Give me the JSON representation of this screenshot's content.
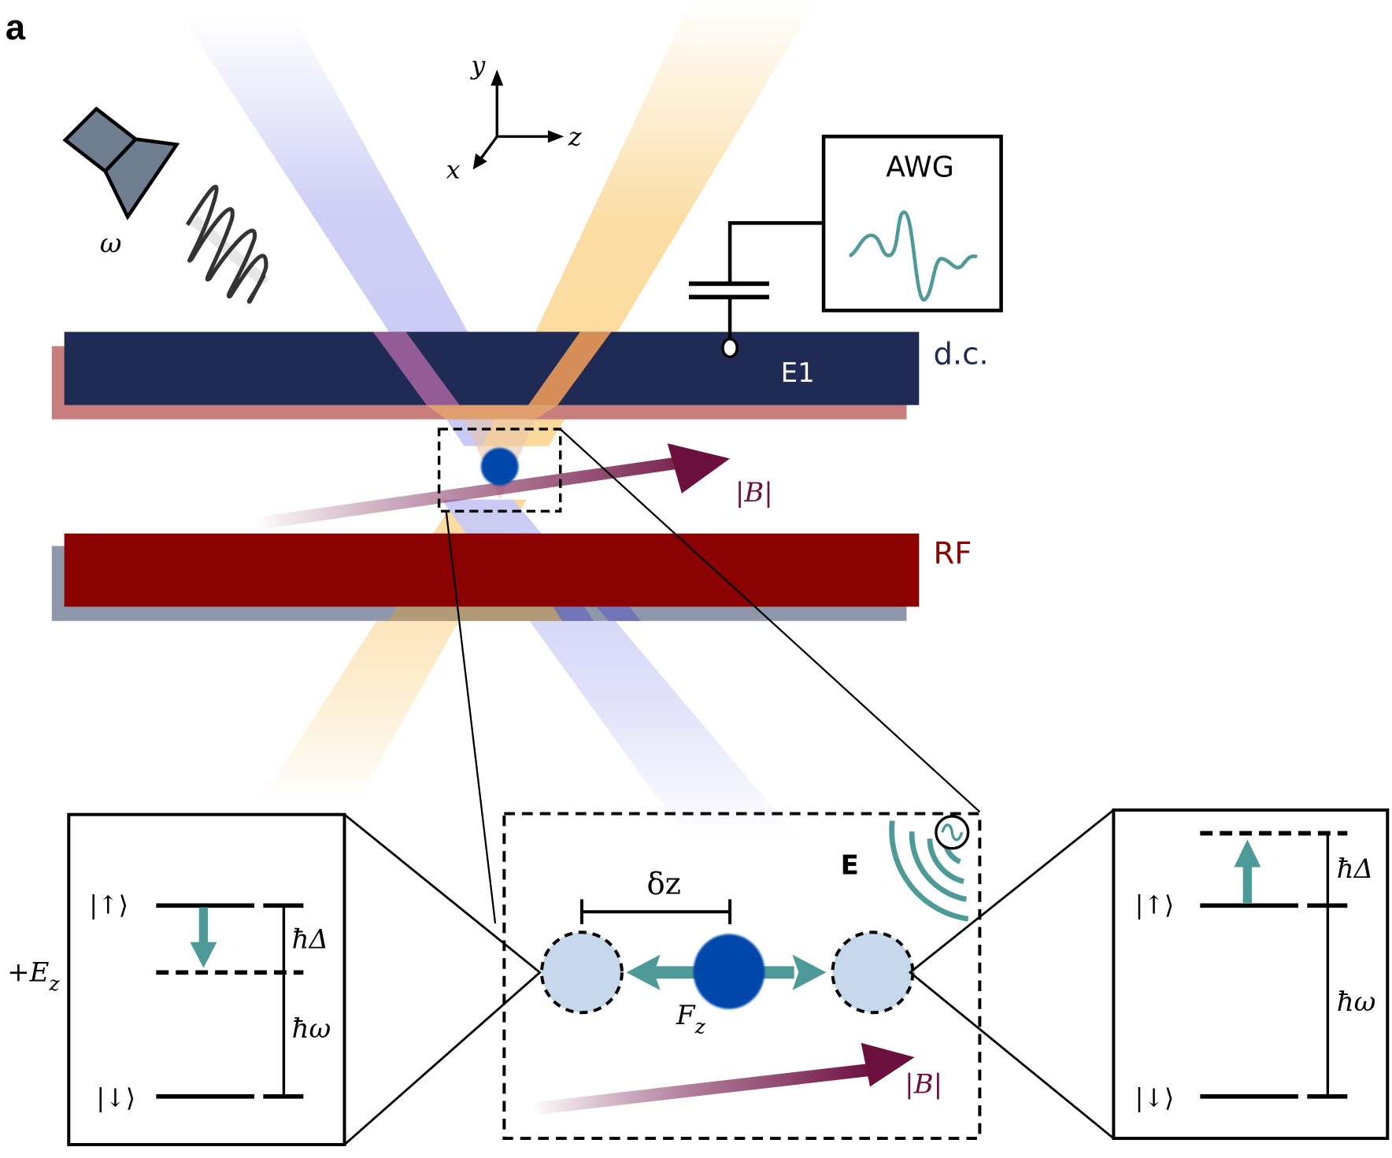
{
  "figure": {
    "panel_label": "a",
    "colors": {
      "dc_electrode": "#1f2a55",
      "dc_electrode_shadow": "#c97e7e",
      "rf_electrode": "#8b0000",
      "rf_electrode_shadow": "#8f97aa",
      "beam_blue": "#c9caf5",
      "beam_orange": "#fbd99a",
      "ion": "#0047ab",
      "ion_ghost": "#c8d8ec",
      "teal": "#4e9a98",
      "b_field": "#6b0f3f",
      "microwave_horn": "#6e7d8f"
    },
    "source": {
      "label": "ω"
    },
    "axes": {
      "y_label": "y",
      "z_label": "z",
      "x_label": "x"
    },
    "awg": {
      "label": "AWG"
    },
    "electrodes": {
      "dc_label": "d.c.",
      "e1_label": "E1",
      "rf_label": "RF"
    },
    "b_field_label": "|B|",
    "zoom_inset": {
      "delta_label": "δz",
      "force_label": "F",
      "force_subscript": "z",
      "e_field_label": "E",
      "b_field_label": "|B|"
    },
    "left_levels": {
      "side_label": "+E",
      "side_subscript": "z",
      "up_label": "|↑⟩",
      "down_label": "|↓⟩",
      "delta_label": "ħΔ",
      "omega_label": "ħω"
    },
    "right_levels": {
      "up_label": "|↑⟩",
      "down_label": "|↓⟩",
      "delta_label": "ħΔ",
      "omega_label": "ħω"
    }
  }
}
